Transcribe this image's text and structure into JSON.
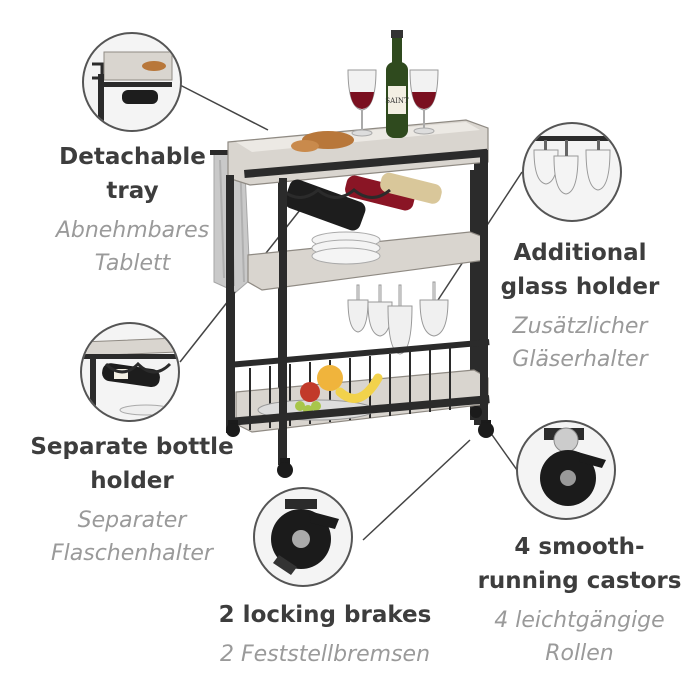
{
  "features": {
    "tray": {
      "en": [
        "Detachable",
        "tray"
      ],
      "de": [
        "Abnehmbares",
        "Tablett"
      ]
    },
    "bottle": {
      "en": [
        "Separate bottle",
        "holder"
      ],
      "de": [
        "Separater",
        "Flaschenhalter"
      ]
    },
    "glass": {
      "en": [
        "Additional",
        "glass holder"
      ],
      "de": [
        "Zusätzlicher",
        "Gläserhalter"
      ]
    },
    "brakes": {
      "en": [
        "2 locking brakes"
      ],
      "de": [
        "2 Feststellbremsen"
      ]
    },
    "castors": {
      "en": [
        "4 smooth-",
        "running castors"
      ],
      "de": [
        "4 leichtgängige",
        "Rollen"
      ]
    }
  },
  "wine_label": "SAINT",
  "colors": {
    "frame": "#2b2b2b",
    "shelf": "#d9d5cf",
    "text_en": "#3d3d3d",
    "text_de": "#9a9a9a",
    "towel": "#c9c9c9",
    "wine_red": "#7a1020",
    "bottle_green": "#2f4a1e"
  }
}
